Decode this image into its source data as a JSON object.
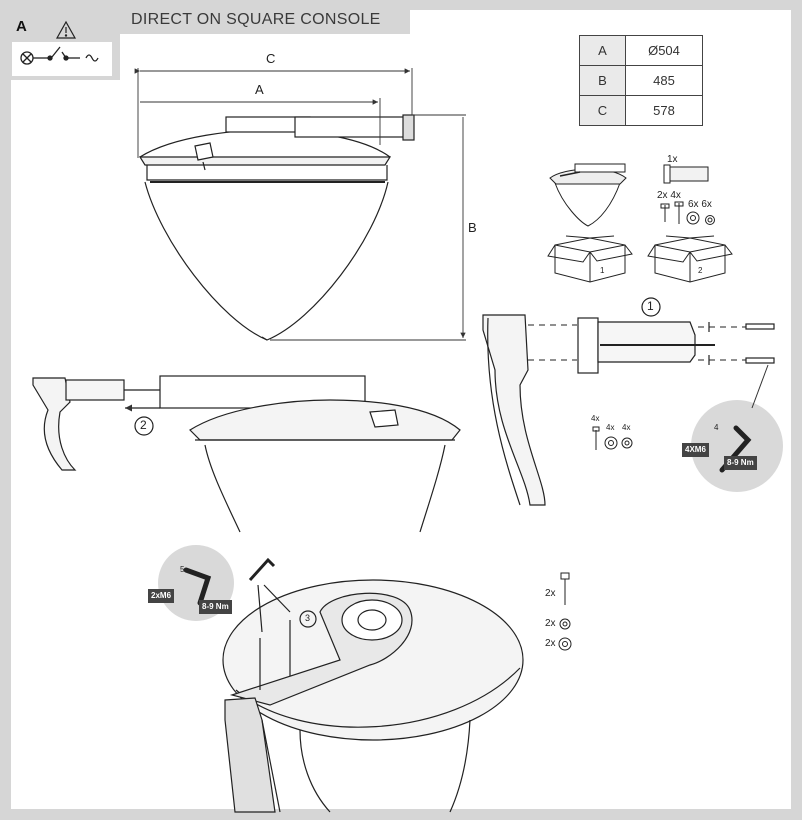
{
  "header": {
    "title": "DIRECT ON SQUARE CONSOLE",
    "section_letter": "A"
  },
  "dimensions_table": [
    {
      "key": "A",
      "value": "Ø504"
    },
    {
      "key": "B",
      "value": "485"
    },
    {
      "key": "C",
      "value": "578"
    }
  ],
  "dimension_labels": {
    "a": "A",
    "b": "B",
    "c": "C"
  },
  "package_contents": {
    "q1": "1x",
    "q2": "2x 4x",
    "q3": "6x 6x",
    "box1": "1",
    "box2": "2"
  },
  "steps": {
    "one": "1",
    "two": "2",
    "three": "3"
  },
  "step1_hardware": {
    "q": [
      "4x",
      "4x",
      "4x"
    ],
    "bolt_tag": "4XM6",
    "torque": "8-9 Nm",
    "key_size": "4"
  },
  "step3_tool": {
    "bolt_tag": "2xM6",
    "torque": "8-9 Nm",
    "key_size": "5"
  },
  "step3_hardware": [
    "2x",
    "2x",
    "2x"
  ]
}
